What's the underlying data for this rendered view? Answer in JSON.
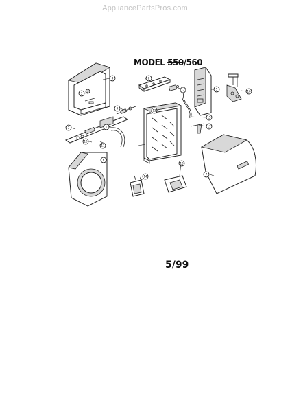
{
  "watermark": "AppliancePartsPros.com",
  "model": {
    "prefix": "MODEL ",
    "struck_number": "550",
    "separator": "/",
    "number": "560"
  },
  "date_code": "5/99",
  "callouts": [
    "4",
    "8",
    "5",
    "16",
    "3",
    "12",
    "9",
    "13",
    "15",
    "2",
    "1",
    "17",
    "10",
    "11",
    "6",
    "7",
    "14",
    "18"
  ]
}
